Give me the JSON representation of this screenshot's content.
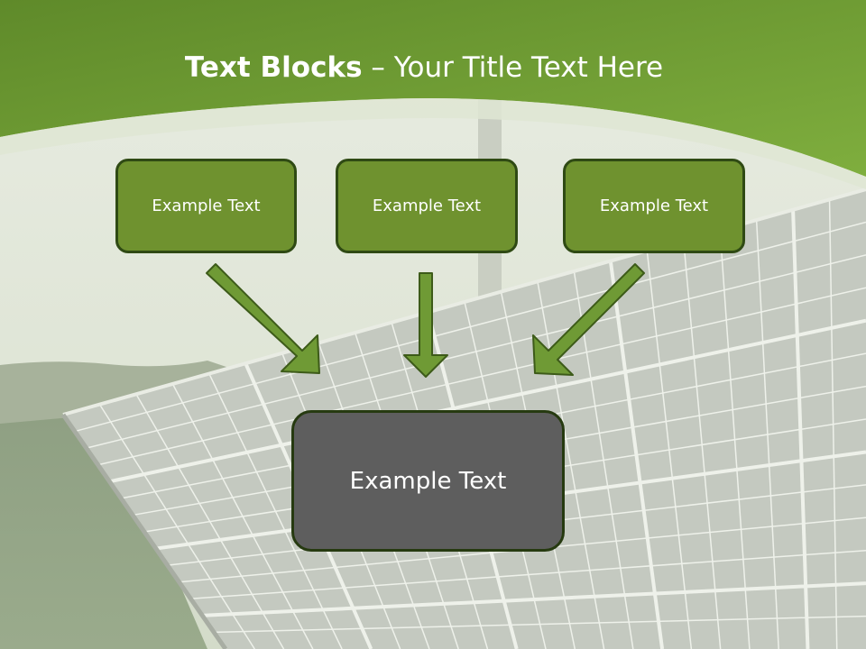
{
  "slide": {
    "title_bold": "Text Blocks",
    "title_dash": " – ",
    "title_rest": "Your Title Text Here"
  },
  "diagram": {
    "top_boxes": [
      {
        "text": "Example Text"
      },
      {
        "text": "Example Text"
      },
      {
        "text": "Example Text"
      }
    ],
    "center_box": {
      "text": "Example Text"
    },
    "arrows": [
      "down-right",
      "down",
      "down-left"
    ]
  },
  "colors": {
    "header_green": "#6f9a35",
    "box_green": "#6f922f",
    "box_border": "#2f4a14",
    "center_box_gray": "#5e5e5e",
    "arrow_green": "#6f9a35"
  }
}
